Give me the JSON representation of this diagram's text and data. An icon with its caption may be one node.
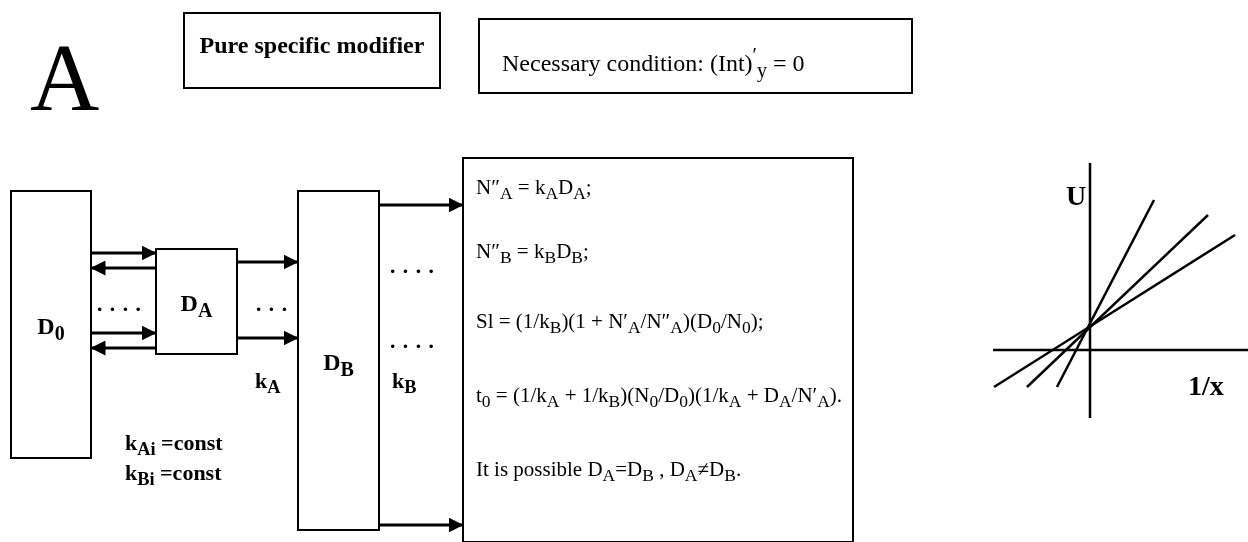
{
  "diagram": {
    "nodes": [
      {
        "text": [
          "Pure specific modifier"
        ]
      },
      {
        "text": [
          "Necessary condition:  (Int)$^{′}$$_{y}$ = 0"
        ]
      },
      {
        "text": [
          "D$_{0}$"
        ]
      },
      {
        "text": [
          "D$_{A}$"
        ]
      },
      {
        "text": [
          "D$_{B}$"
        ]
      },
      {
        "text": [
          "N″$_{A}$ = k$_{A}$D$_{A}$;",
          "N″$_{B}$ = k$_{B}$D$_{B}$;",
          "Sl = (1/k$_{B}$)(1 + N′$_{A}$/N″$_{A}$)(D$_{0}$/N$_{0}$);",
          "t$_{0}$ = (1/k$_{A}$ + 1/k$_{B}$)(N$_{0}$/D$_{0}$)(1/k$_{A}$ + D$_{A}$/N′$_{A}$).",
          "It is possible  D$_{A}$=D$_{B}$ , D$_{A}$≠D$_{B}$."
        ]
      }
    ],
    "edges": [
      {
        "from": 2,
        "to": 3,
        "arrow": "to"
      },
      {
        "from": 3,
        "to": 2,
        "arrow": "to"
      },
      {
        "from": 2,
        "to": 3,
        "arrow": "to"
      },
      {
        "from": 3,
        "to": 2,
        "arrow": "to"
      },
      {
        "from": 3,
        "to": 4,
        "arrow": "to"
      },
      {
        "from": 3,
        "to": 4,
        "arrow": "to"
      },
      {
        "from": 4,
        "to": 5,
        "arrow": "to"
      },
      {
        "from": 4,
        "to": 5,
        "arrow": "to"
      }
    ],
    "labels": [
      "A",
      "· · · ·",
      "· · ·",
      "k$_{A}$",
      "· · · ·",
      "· · · ·",
      "k$_{B}$",
      "k$_{Ai}$ =const",
      "k$_{Bi}$ =const",
      "U",
      "1/x"
    ]
  }
}
